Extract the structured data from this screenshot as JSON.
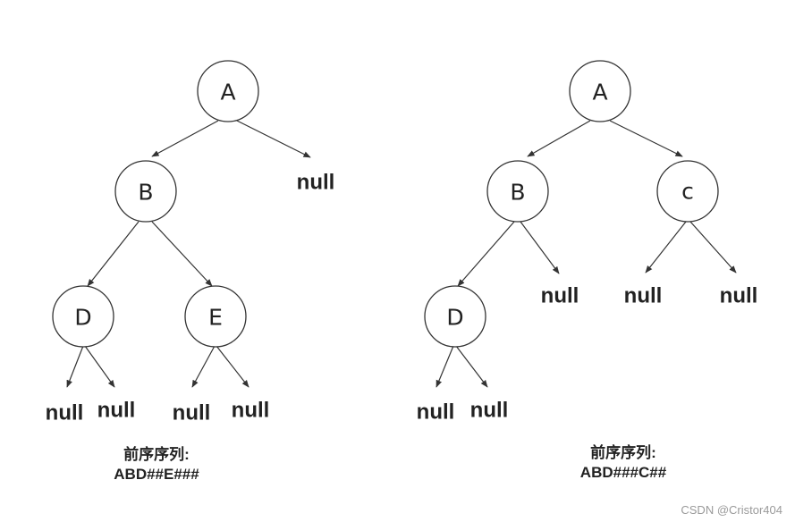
{
  "trees": [
    {
      "nodes": {
        "A": "A",
        "B": "B",
        "D": "D",
        "E": "E",
        "nullA": "null",
        "nullD1": "null",
        "nullD2": "null",
        "nullE1": "null",
        "nullE2": "null"
      },
      "caption_title": "前序序列:",
      "caption_sequence": "ABD##E###"
    },
    {
      "nodes": {
        "A": "A",
        "B": "B",
        "C": "c",
        "D": "D",
        "nullB": "null",
        "nullC1": "null",
        "nullC2": "null",
        "nullD1": "null",
        "nullD2": "null"
      },
      "caption_title": "前序序列:",
      "caption_sequence": "ABD###C##"
    }
  ],
  "watermark": "CSDN @Cristor404"
}
